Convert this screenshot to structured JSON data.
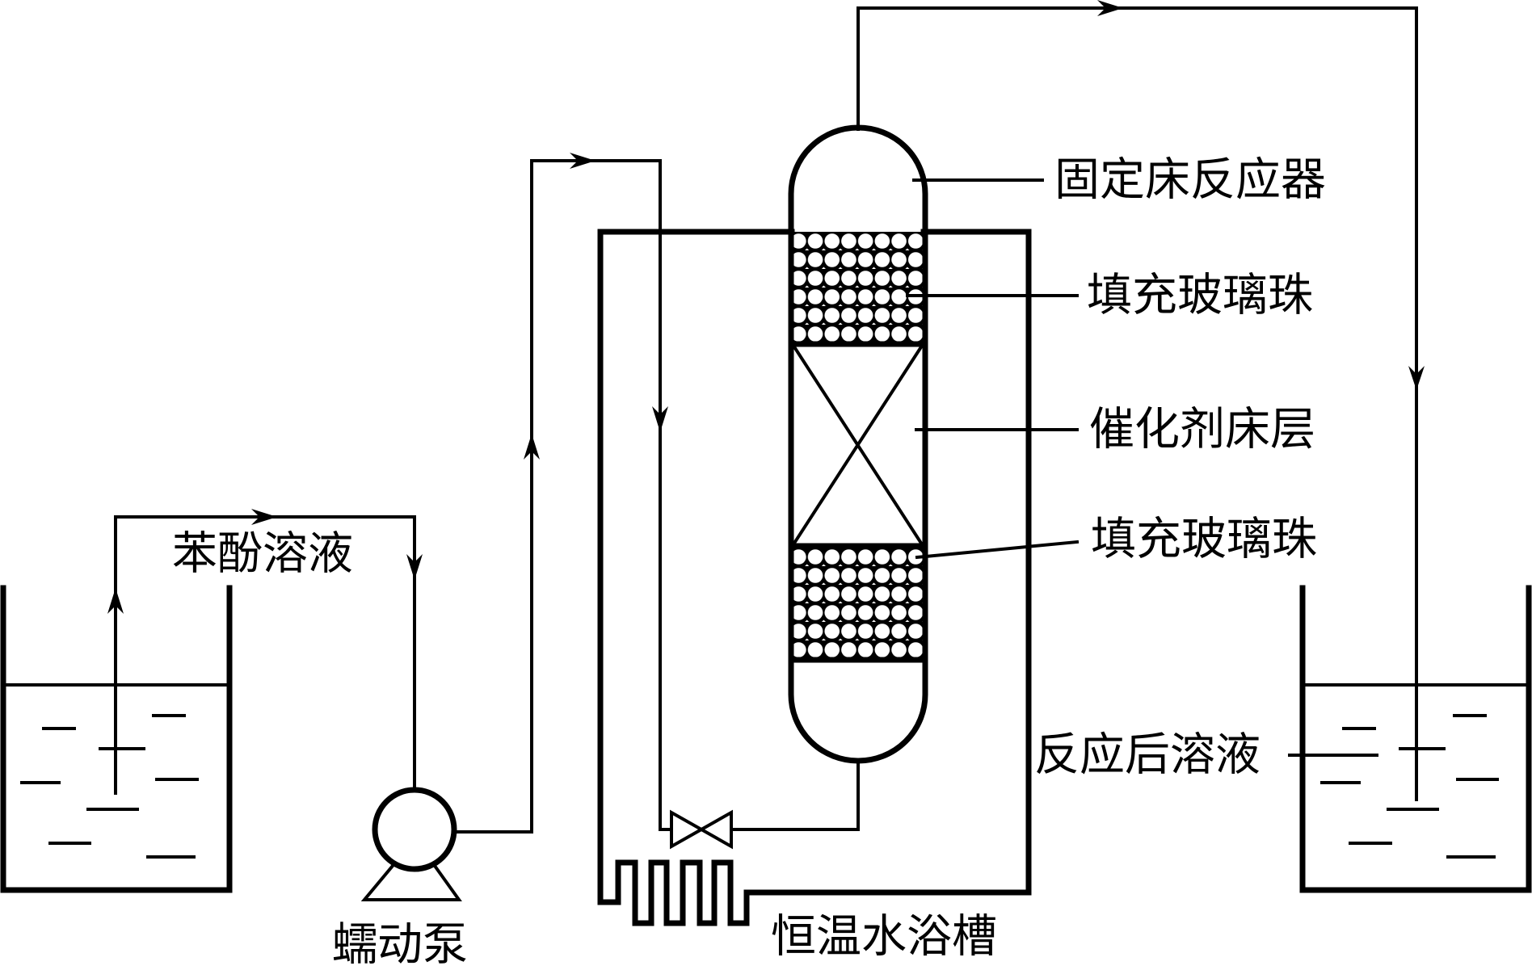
{
  "diagram": {
    "type": "process-flow",
    "subject": "Fixed-bed reactor setup for phenol solution treatment",
    "labels": {
      "feed_solution": "苯酚溶液",
      "pump": "蠕动泵",
      "water_bath": "恒温水浴槽",
      "reactor": "固定床反应器",
      "glass_beads_top": "填充玻璃珠",
      "catalyst_bed": "催化剂床层",
      "glass_beads_bottom": "填充玻璃珠",
      "product_solution": "反应后溶液"
    },
    "components": [
      {
        "id": "feed-tank",
        "name": "Feed tank (phenol solution)"
      },
      {
        "id": "peristaltic-pump",
        "name": "Peristaltic pump"
      },
      {
        "id": "water-bath",
        "name": "Constant-temperature water bath"
      },
      {
        "id": "heater-coil",
        "name": "Heating coil"
      },
      {
        "id": "valve",
        "name": "Valve"
      },
      {
        "id": "fixed-bed-reactor",
        "name": "Fixed-bed reactor"
      },
      {
        "id": "product-tank",
        "name": "Product tank (post-reaction solution)"
      }
    ],
    "flows": [
      {
        "from": "feed-tank",
        "to": "peristaltic-pump"
      },
      {
        "from": "peristaltic-pump",
        "to": "water-bath"
      },
      {
        "from": "water-bath",
        "to": "valve"
      },
      {
        "from": "valve",
        "to": "fixed-bed-reactor",
        "entry": "bottom"
      },
      {
        "from": "fixed-bed-reactor",
        "to": "product-tank",
        "exit": "top"
      }
    ],
    "reactor_sections": [
      "glass-beads",
      "catalyst-bed",
      "glass-beads"
    ],
    "colors": {
      "stroke": "#000000",
      "background": "#ffffff"
    }
  }
}
